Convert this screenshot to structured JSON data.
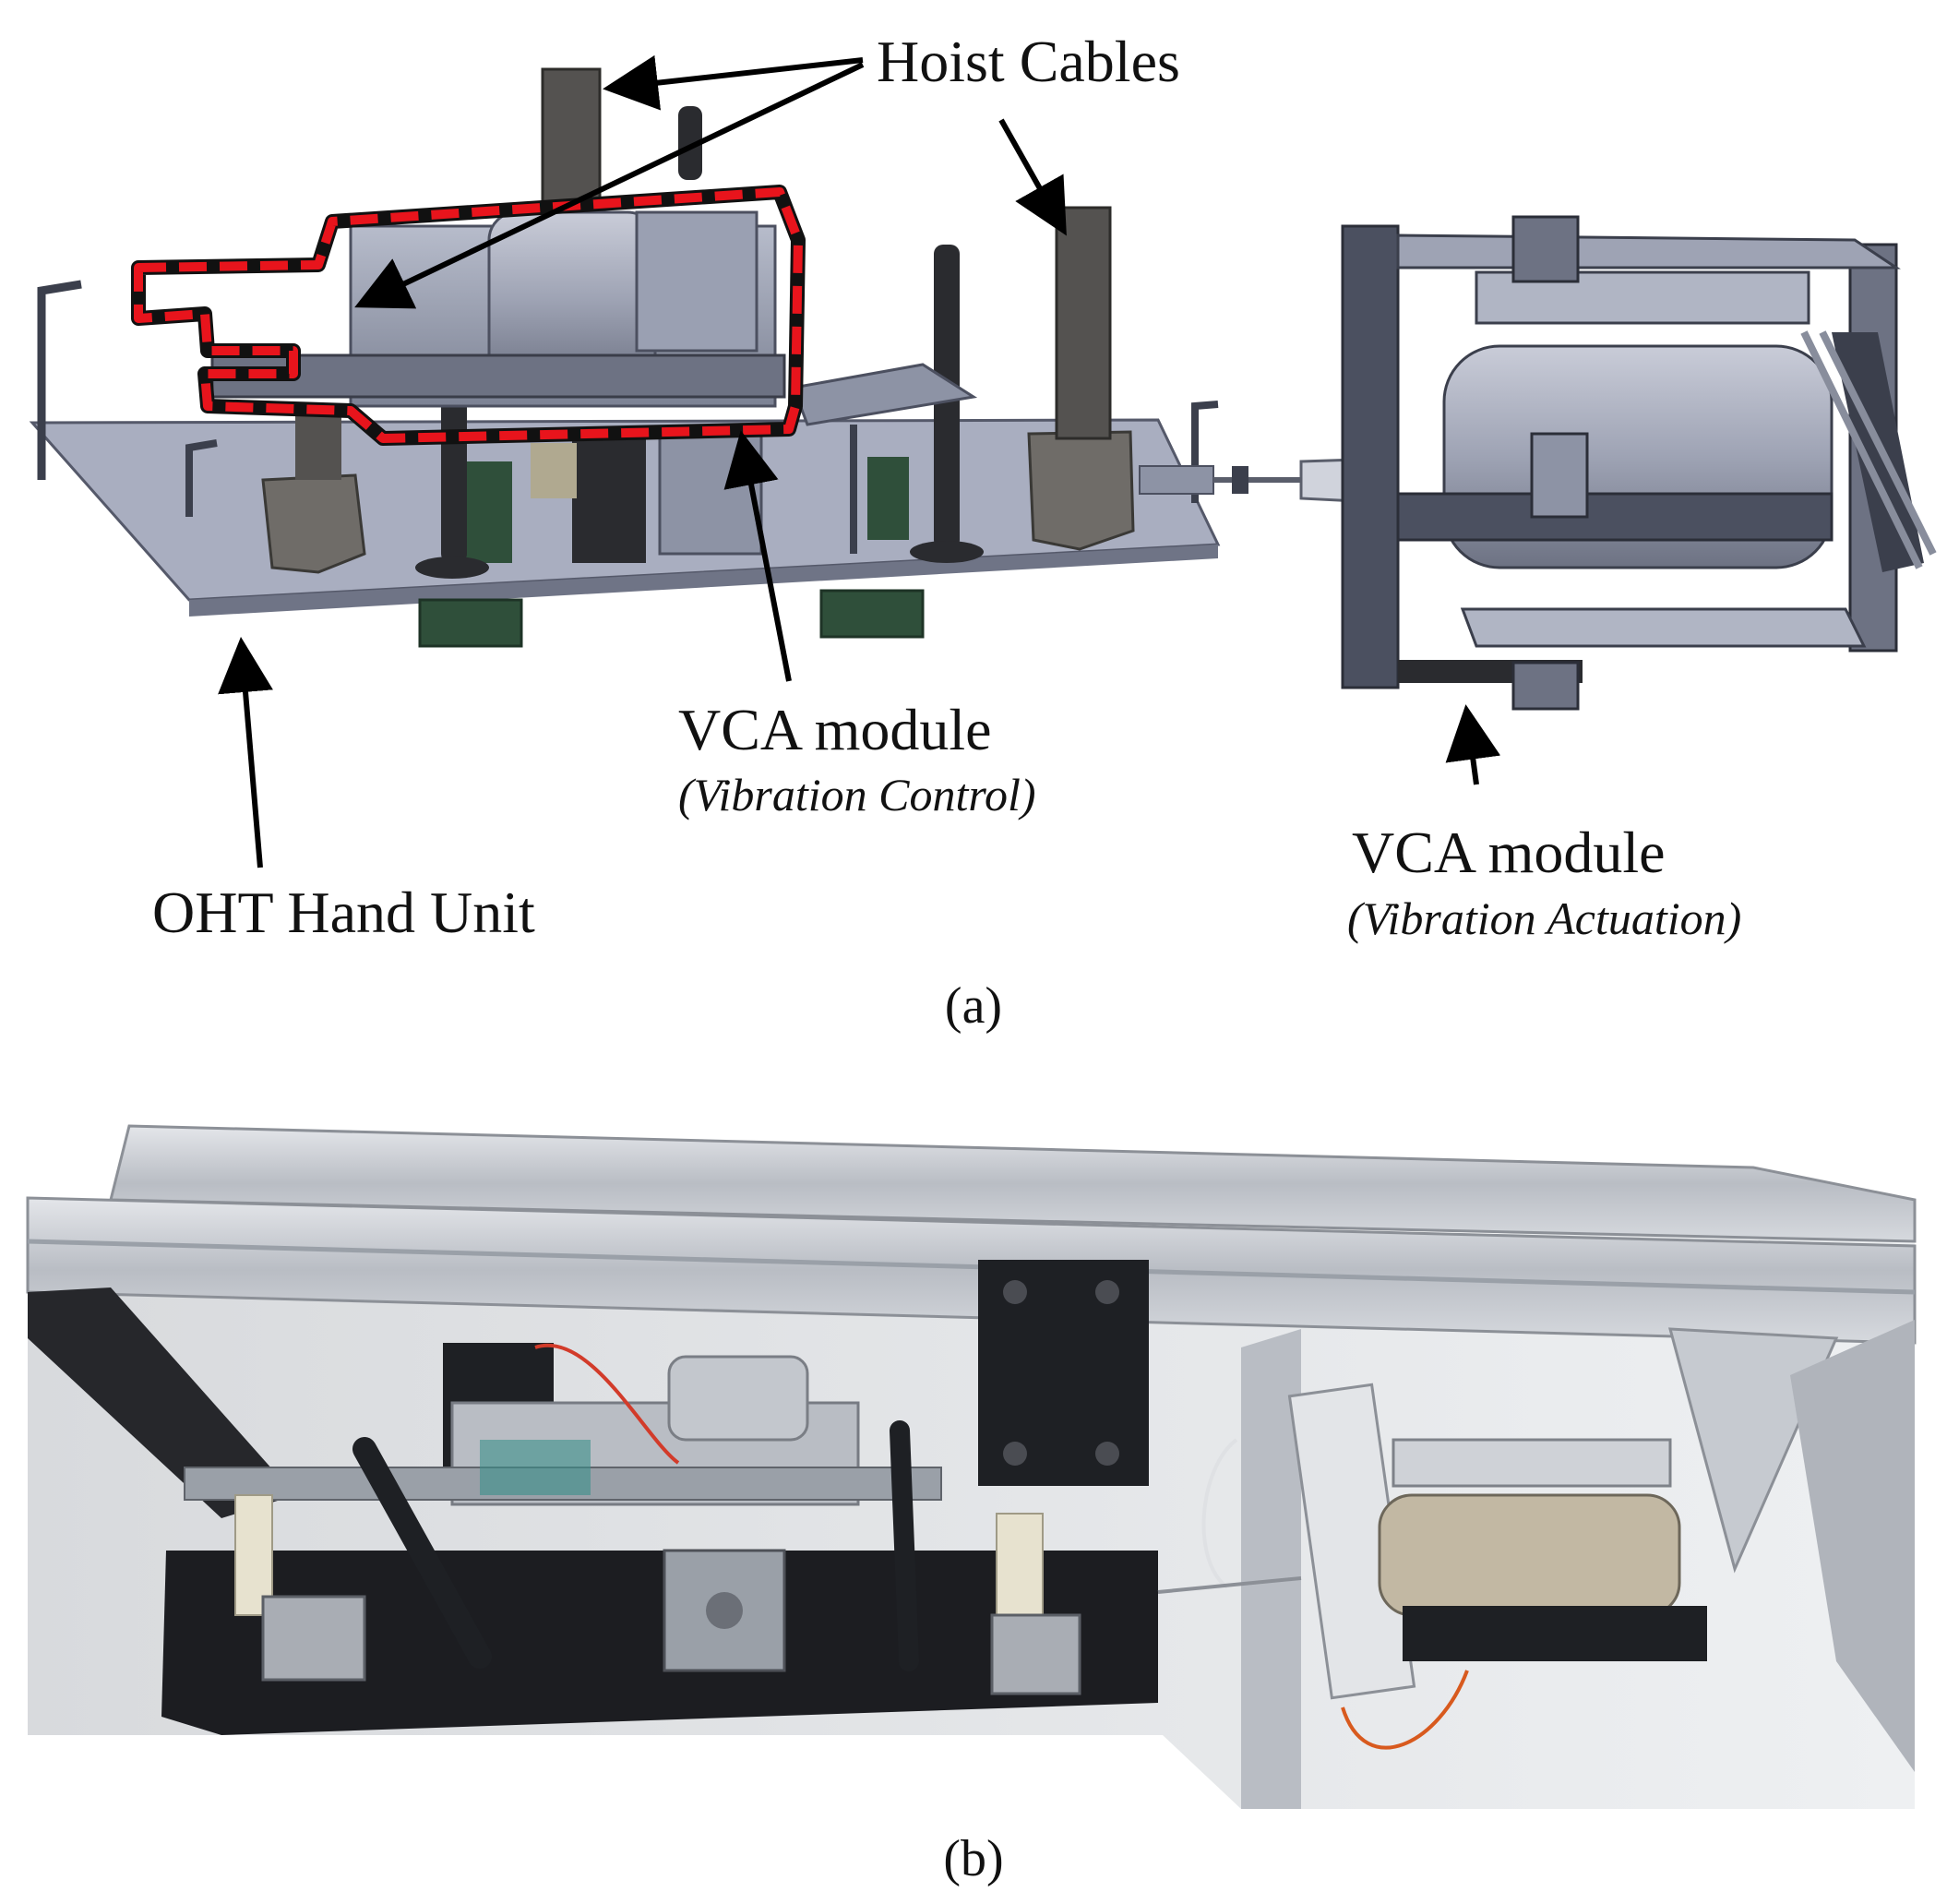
{
  "panel_a": {
    "caption": "(a)",
    "labels": {
      "hoist_cables": "Hoist Cables",
      "vca_control_title": "VCA module",
      "vca_control_sub": "(Vibration Control)",
      "oht_hand_unit": "OHT Hand Unit",
      "vca_actuation_title": "VCA module",
      "vca_actuation_sub": "(Vibration Actuation)"
    },
    "highlight_color": "#e8141c"
  },
  "panel_b": {
    "caption": "(b)"
  }
}
